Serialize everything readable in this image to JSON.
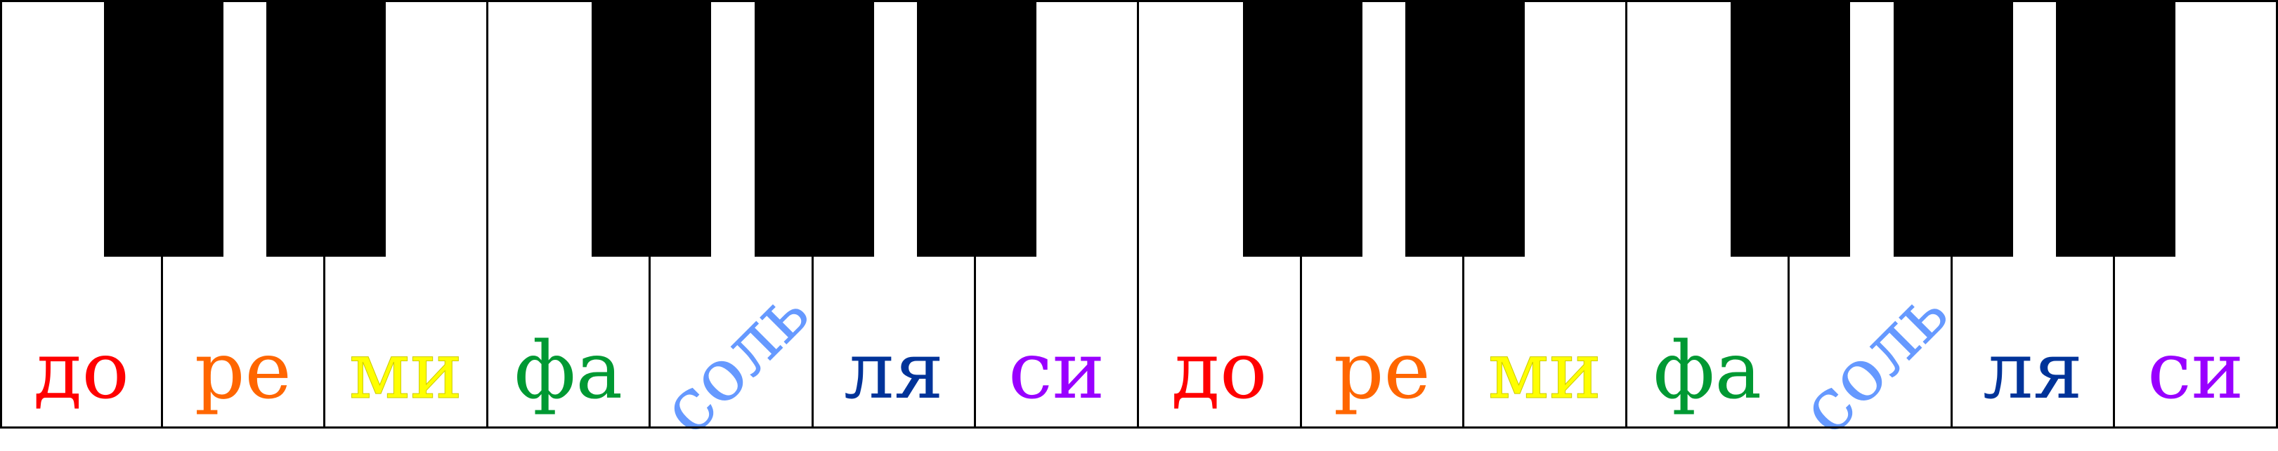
{
  "keyboard": {
    "white_keys": [
      {
        "label": "до",
        "color": "#ff0000"
      },
      {
        "label": "ре",
        "color": "#ff6600"
      },
      {
        "label": "ми",
        "color": "#ffff00"
      },
      {
        "label": "фа",
        "color": "#009933"
      },
      {
        "label": "соль",
        "color": "#6699ff"
      },
      {
        "label": "ля",
        "color": "#003399"
      },
      {
        "label": "си",
        "color": "#9900ff"
      },
      {
        "label": "до",
        "color": "#ff0000"
      },
      {
        "label": "ре",
        "color": "#ff6600"
      },
      {
        "label": "ми",
        "color": "#ffff00"
      },
      {
        "label": "фа",
        "color": "#009933"
      },
      {
        "label": "соль",
        "color": "#6699ff"
      },
      {
        "label": "ля",
        "color": "#003399"
      },
      {
        "label": "си",
        "color": "#9900ff"
      }
    ],
    "black_key_count": 10,
    "key_color_white": "#ffffff",
    "key_color_black": "#000000"
  }
}
